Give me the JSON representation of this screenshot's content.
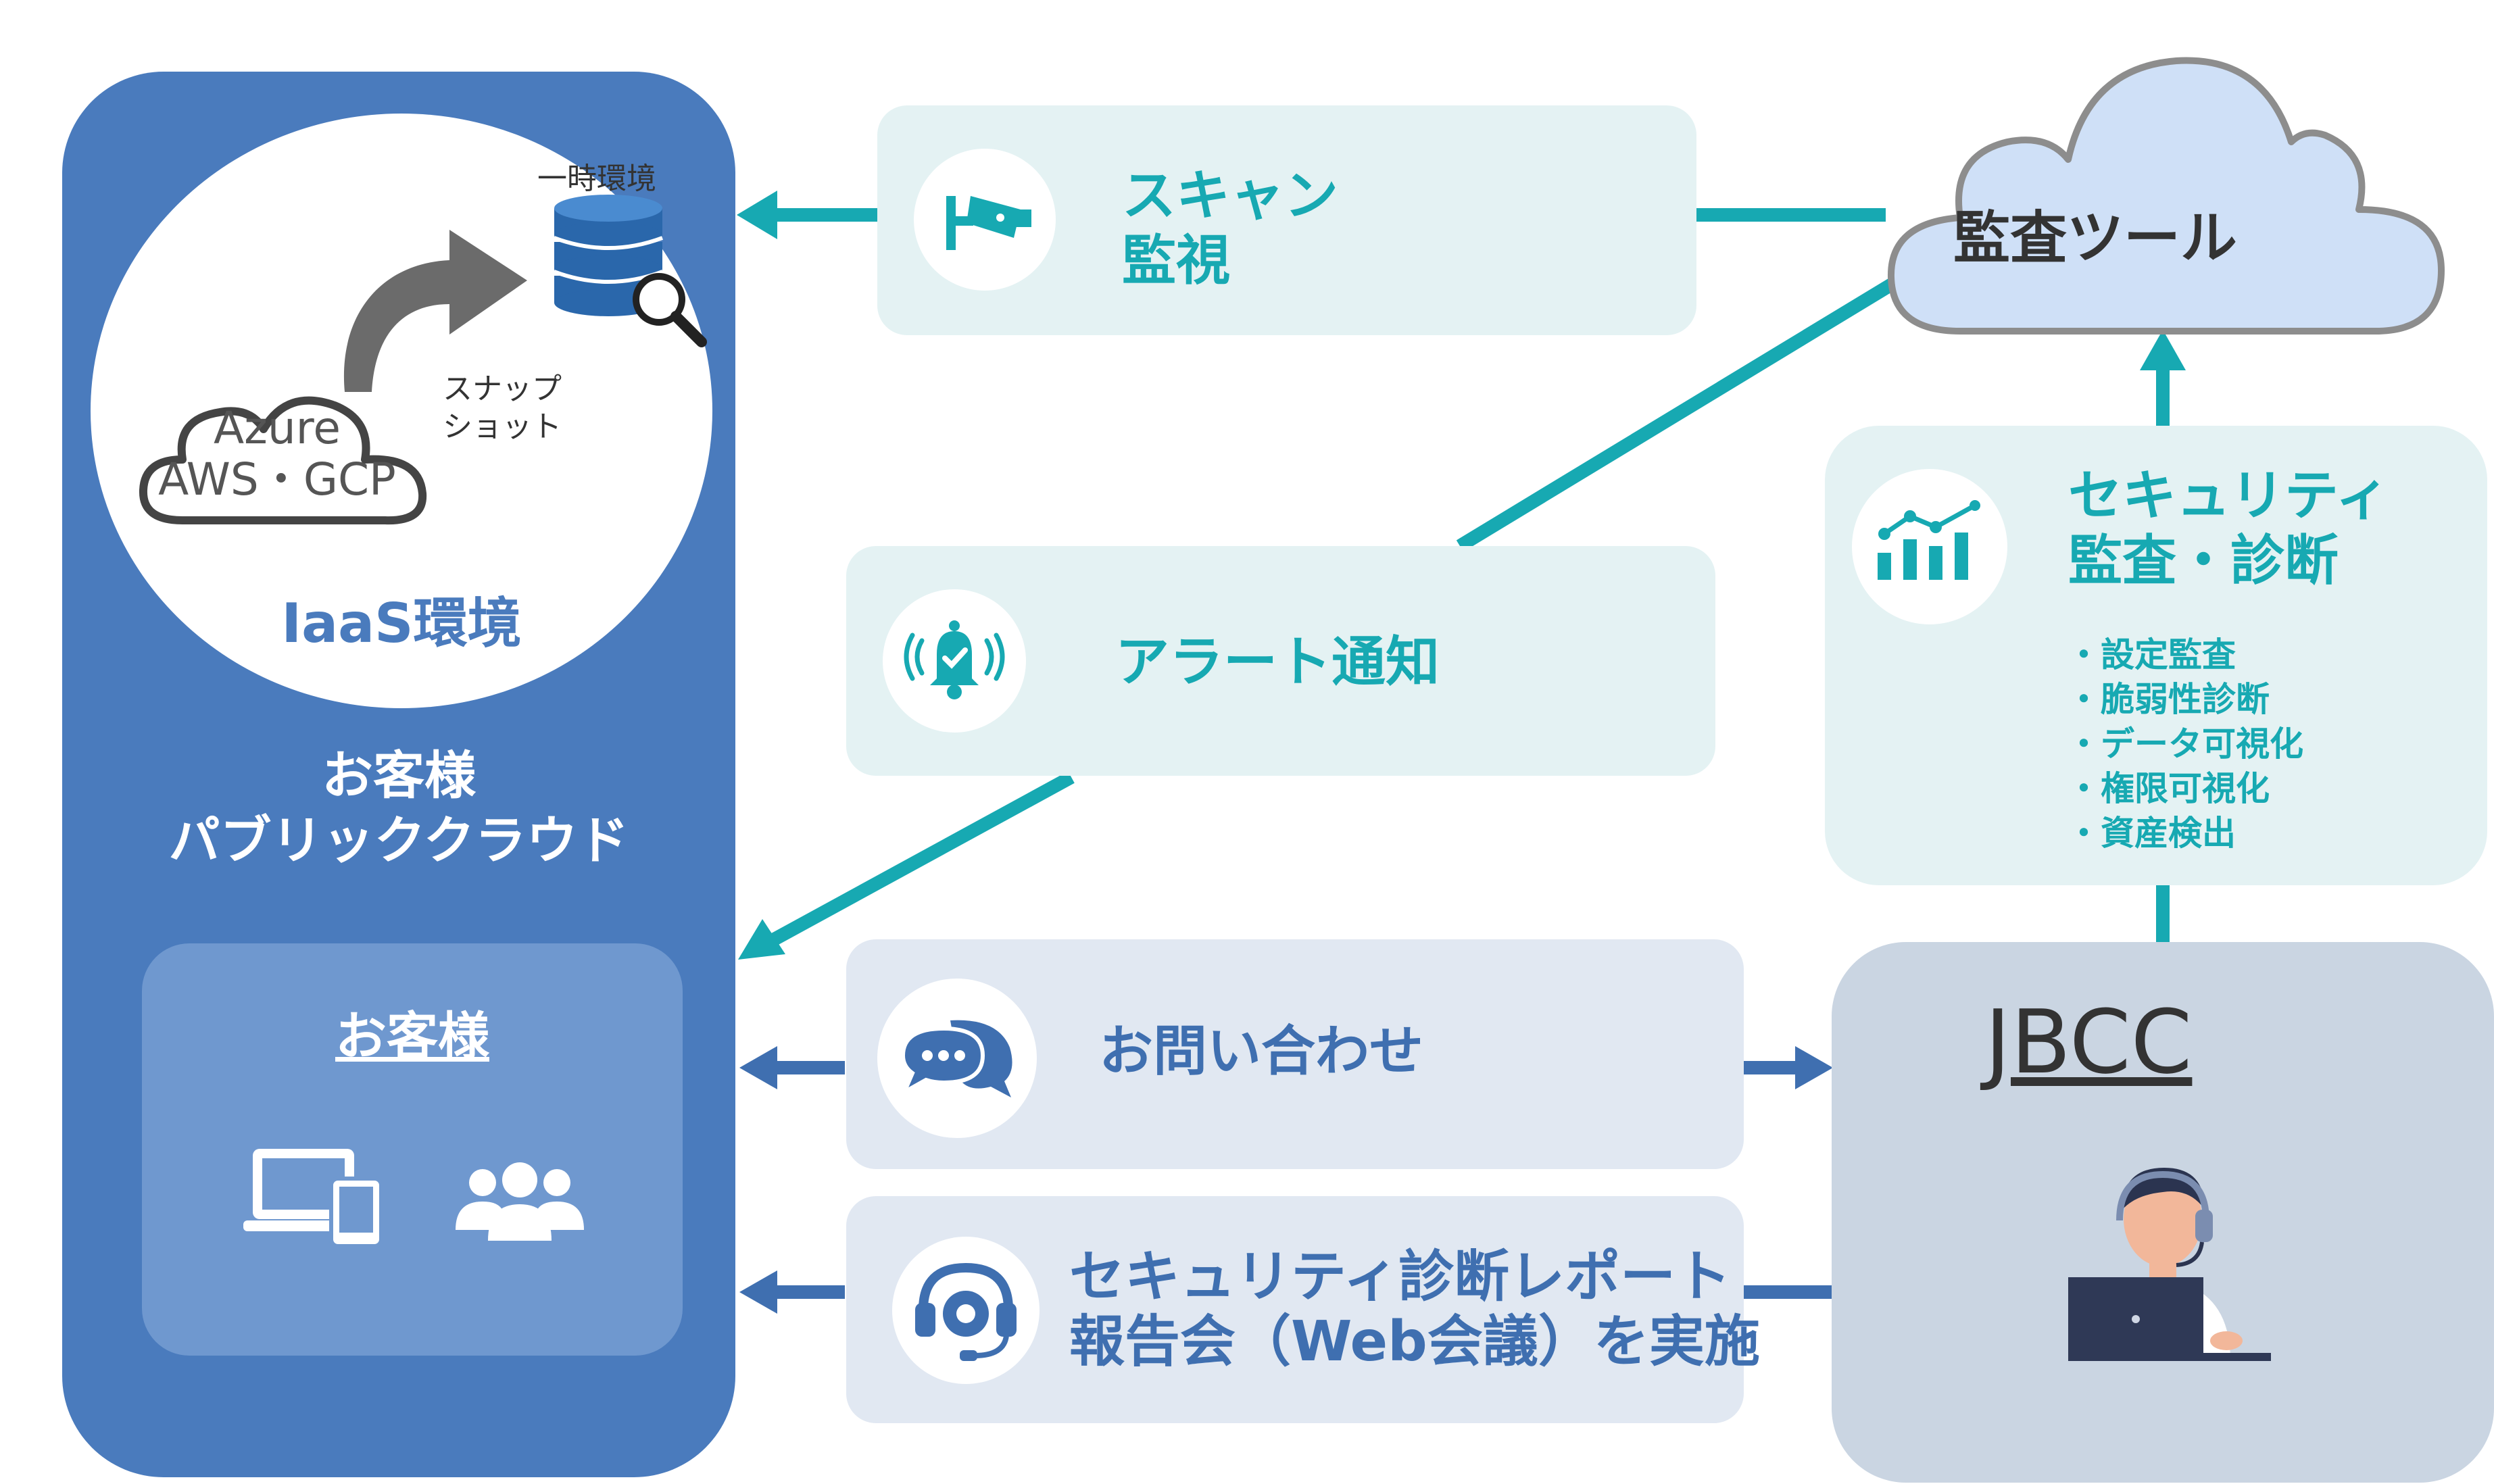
{
  "customer_cloud": {
    "iaas_label": "IaaS環境",
    "temp_env_label": "一時環境",
    "snapshot_label_line1": "スナップ",
    "snapshot_label_line2": "ショット",
    "cloud_line1": "Azure",
    "cloud_line2": "AWS・GCP",
    "title_line1": "お客様",
    "title_line2": "パブリッククラウド",
    "inner_title": "お客様"
  },
  "flows": {
    "scan_line1": "スキャン",
    "scan_line2": "監視",
    "alert": "アラート通知",
    "inquiry": "お問い合わせ",
    "report_line1": "セキュリティ診断レポート",
    "report_line2": "報告会（Web会議）を実施"
  },
  "audit_tool": {
    "label": "監査ツール"
  },
  "security_audit": {
    "title_line1": "セキュリティ",
    "title_line2": "監査・診断",
    "items": [
      "・設定監査",
      "・脆弱性診断",
      "・データ可視化",
      "・権限可視化",
      "・資産検出"
    ]
  },
  "jbcc": {
    "label": "JBCC"
  },
  "colors": {
    "customer_panel": "#4a7bbd",
    "teal_accent": "#17a9b2",
    "blue_accent": "#3f6fb0",
    "audit_cloud": "#cfe0f7",
    "jbcc_box": "#cad5e2"
  },
  "icons": [
    "camera-icon",
    "bell-icon",
    "chat-icon",
    "support-icon",
    "chart-icon",
    "database-icon",
    "magnifier-icon",
    "devices-icon",
    "users-icon",
    "operator-icon"
  ]
}
